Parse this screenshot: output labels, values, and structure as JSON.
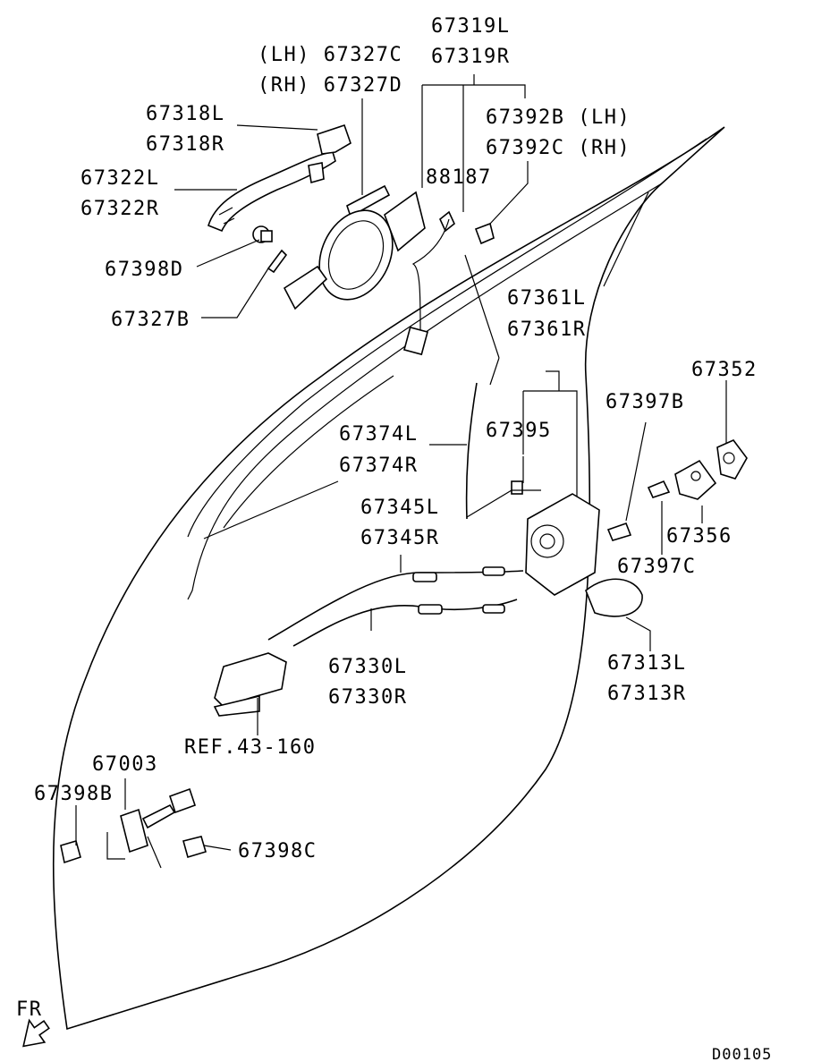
{
  "labels": {
    "p67319L": "67319L",
    "p67319R": "67319R",
    "p67327C": "(LH) 67327C",
    "p67327D": "(RH) 67327D",
    "p67318L": "67318L",
    "p67318R": "67318R",
    "p67392B": "67392B (LH)",
    "p67392C": "67392C (RH)",
    "p67322L": "67322L",
    "p67322R": "67322R",
    "p88187": "88187",
    "p67398D": "67398D",
    "p67327B": "67327B",
    "p67361L": "67361L",
    "p67361R": "67361R",
    "p67352": "67352",
    "p67397B": "67397B",
    "p67395": "67395",
    "p67374L": "67374L",
    "p67374R": "67374R",
    "p67345L": "67345L",
    "p67345R": "67345R",
    "p67356": "67356",
    "p67397C": "67397C",
    "p67330L": "67330L",
    "p67330R": "67330R",
    "p67313L": "67313L",
    "p67313R": "67313R",
    "ref": "REF.43-160",
    "p67003": "67003",
    "p67398B": "67398B",
    "p67398C": "67398C",
    "fr": "FR",
    "code": "D00105"
  }
}
